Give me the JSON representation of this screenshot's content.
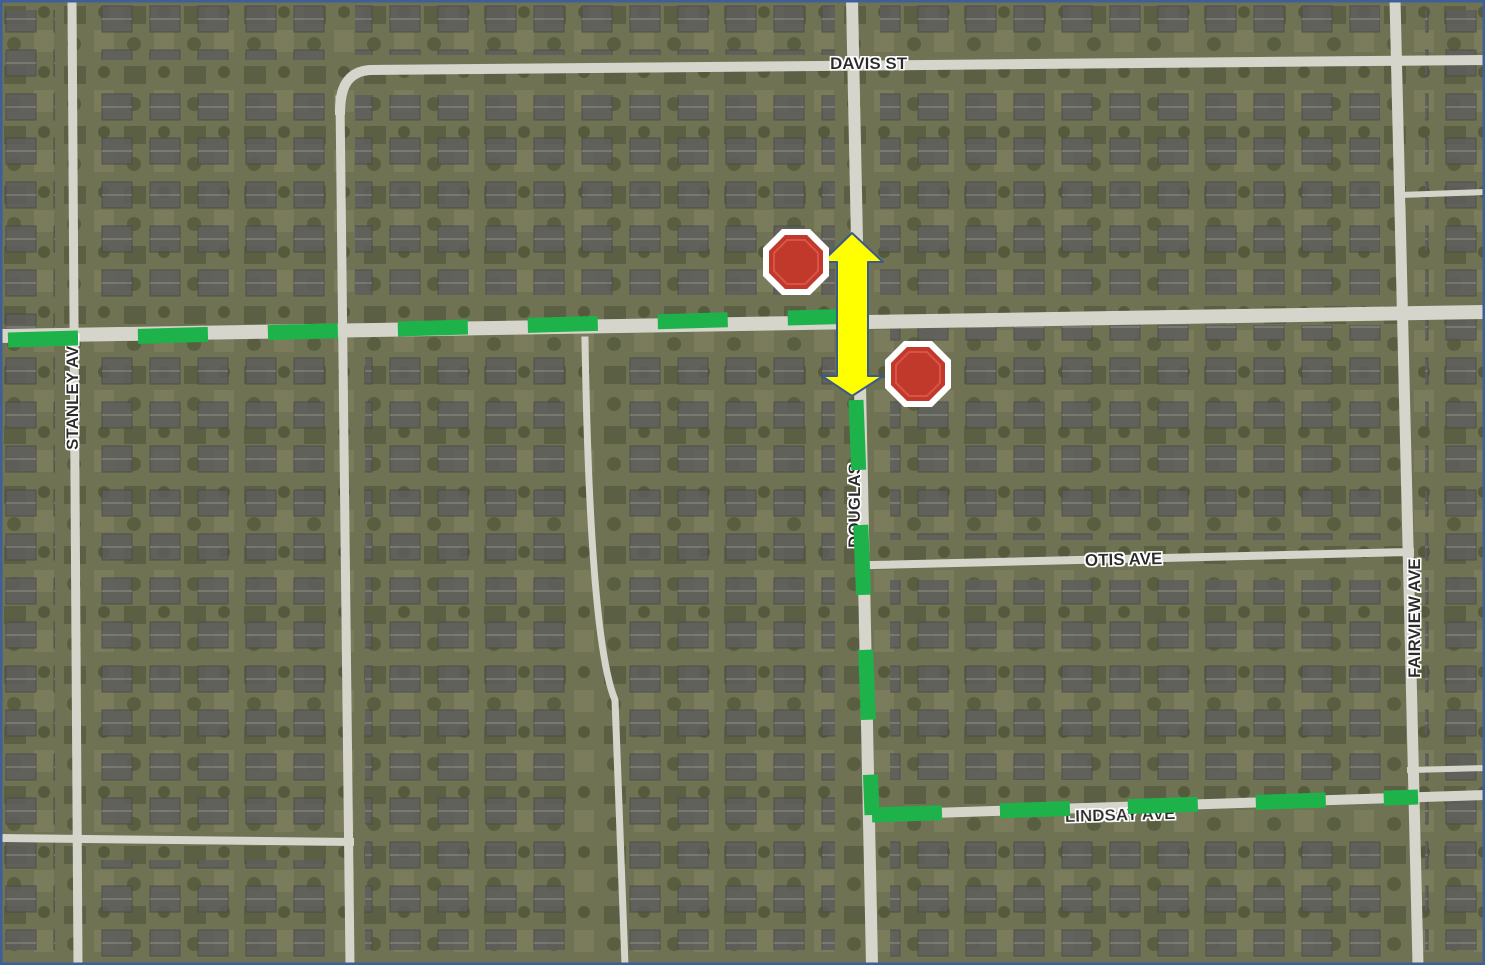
{
  "map": {
    "streets": {
      "davis": "DAVIS ST",
      "stanley": "STANLEY AVE",
      "otis": "OTIS AVE",
      "fairview": "FAIRVIEW AVE",
      "lindsay": "LINDSAY AVE",
      "douglas": "DOUGLAS"
    },
    "colors": {
      "route": "#1db34a",
      "arrow": "#ffff00",
      "arrow_outline": "#3a5a8c",
      "stop_sign": "#c0392b",
      "road": "#d8d8cf",
      "label_text": "#2b2b2b",
      "label_halo": "#ffffff"
    },
    "icons": [
      "stop-sign-icon",
      "two-way-arrow-icon"
    ],
    "legend": "none",
    "route_description": "Dashed green route along east-west street, jogging south on Douglas to Lindsay Ave",
    "stop_signs_count": 2
  }
}
